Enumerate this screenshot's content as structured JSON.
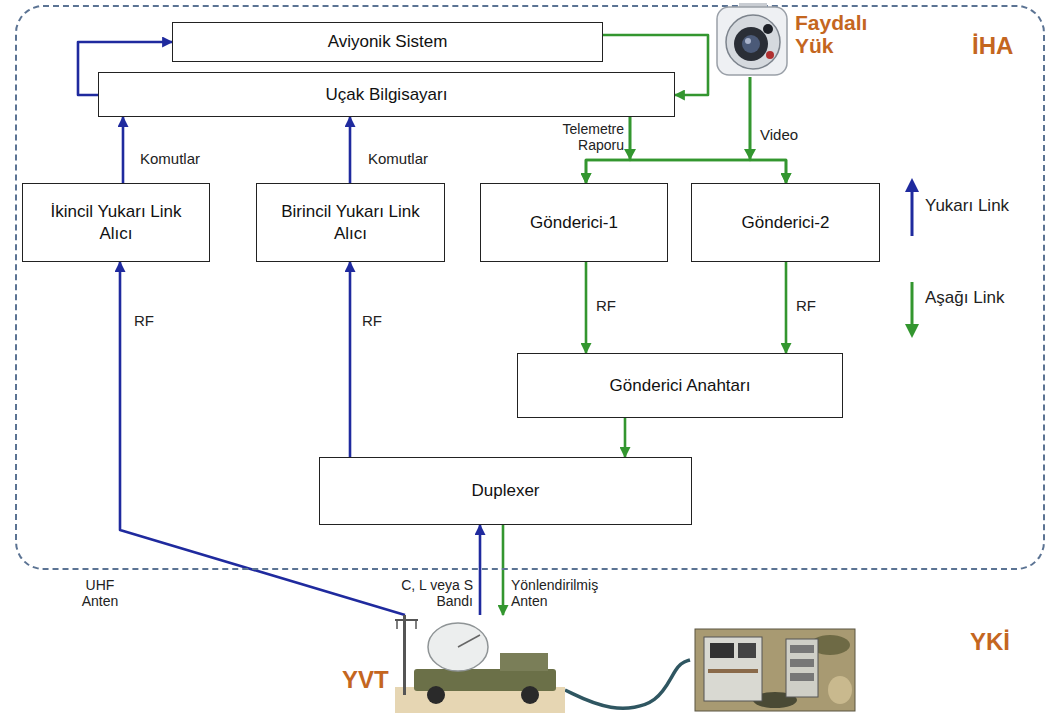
{
  "diagram": {
    "nodes": [
      {
        "text": [
          "İHA"
        ]
      },
      {
        "text": [
          "Aviyonik Sistem"
        ],
        "in": 0
      },
      {
        "text": [
          "Uçak Bilgisayarı"
        ],
        "in": 0
      },
      {
        "text": [
          "Faydalı Yük"
        ],
        "in": 0
      },
      {
        "text": [
          "İkincil Yukarı Link Alıcı"
        ],
        "in": 0
      },
      {
        "text": [
          "Birincil Yukarı Link Alıcı"
        ],
        "in": 0
      },
      {
        "text": [
          "Gönderici-1"
        ],
        "in": 0
      },
      {
        "text": [
          "Gönderici-2"
        ],
        "in": 0
      },
      {
        "text": [
          "Gönderici Anahtarı"
        ],
        "in": 0
      },
      {
        "text": [
          "Duplexer"
        ],
        "in": 0
      },
      {
        "text": [
          "YVT"
        ]
      },
      {
        "text": [
          "YKİ"
        ]
      }
    ],
    "edges": [
      {
        "from": 2,
        "to": 1,
        "arrow": "to"
      },
      {
        "from": 1,
        "to": 2,
        "arrow": "to"
      },
      {
        "from": 2,
        "to": 6,
        "arrow": "to"
      },
      {
        "from": 2,
        "to": 7,
        "arrow": "to"
      },
      {
        "from": 3,
        "to": 6,
        "arrow": "to"
      },
      {
        "from": 3,
        "to": 7,
        "arrow": "to"
      },
      {
        "from": 4,
        "to": 2,
        "arrow": "to"
      },
      {
        "from": 5,
        "to": 2,
        "arrow": "to"
      },
      {
        "from": 6,
        "to": 8,
        "arrow": "to"
      },
      {
        "from": 7,
        "to": 8,
        "arrow": "to"
      },
      {
        "from": 8,
        "to": 9,
        "arrow": "to"
      },
      {
        "from": 9,
        "to": 5,
        "arrow": "to"
      },
      {
        "from": 10,
        "to": 4,
        "arrow": "to"
      },
      {
        "from": 10,
        "to": 9,
        "arrow": "to"
      },
      {
        "from": 9,
        "to": 10,
        "arrow": "to"
      },
      {
        "from": 10,
        "to": 11,
        "arrow": "none"
      }
    ],
    "labels": [
      "Komutlar",
      "Komutlar",
      "Telemetre Raporu",
      "Video",
      "RF",
      "RF",
      "RF",
      "RF",
      "UHF Anten",
      "C, L veya S Bandı",
      "Yönlendirilmiş Anten"
    ],
    "legend": [
      {
        "text": "Yukarı Link"
      },
      {
        "text": "Aşağı Link"
      }
    ]
  }
}
